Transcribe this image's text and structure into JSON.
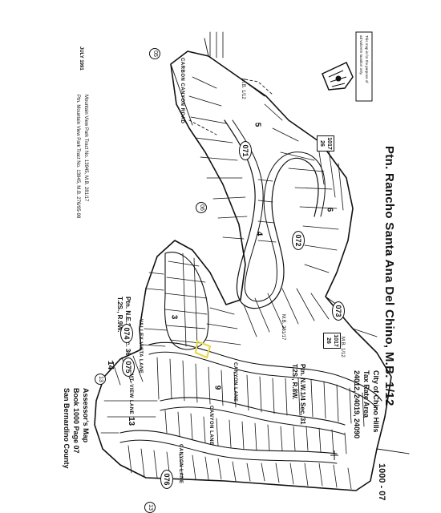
{
  "title": "Ptn. Rancho Santa Ana Del Chino, M.B. 1/12",
  "city_lines": [
    "City of Chino Hills",
    "Tax Rate Area",
    "24012, 24019, 24090"
  ],
  "section_east": [
    "Ptn. N.W.1/4 Sec. 31",
    "T.2S., R.8W."
  ],
  "section_west": [
    "Ptn. N.E.1/4 Sec. 36",
    "T.2S., R.9W."
  ],
  "assessor_lines": [
    "Assessor's Map",
    "Book 1000 Page 07",
    "San Bernardino County"
  ],
  "page_number": "1000 - 07",
  "date": "JULY 1991",
  "tract_lines": [
    "Mountain View Park Tract No. 13945, M.B. 281/17",
    "Ptn. Mountain View Park Tract No. 13945, M.B. 276/95-98"
  ],
  "road_label": "CARBON CANYON ROAD",
  "corner_note": [
    "This map is for the purpose of",
    "ad valorem taxation only."
  ],
  "mb_notes": [
    "M.B. 1/12",
    "M.B. 281/17",
    "M.B. 1/12"
  ],
  "book_refs": [
    {
      "top": "1017",
      "bottom": "26"
    },
    {
      "top": "1017",
      "bottom": "26"
    }
  ],
  "parcel_badges": [
    "071",
    "072",
    "073",
    "074",
    "075",
    "076"
  ],
  "circled_numbers": [
    "05",
    "06",
    "13",
    "13"
  ],
  "block_numbers": [
    "5",
    "4",
    "6",
    "3",
    "9",
    "13",
    "14"
  ],
  "street_labels": [
    "CANYON LANE",
    "CANYON LANE",
    "VALLEY VISTA LANE",
    "MT. VIEW LANE",
    "CANYON LANE"
  ],
  "colors": {
    "ink": "#111111",
    "paper": "#ffffff",
    "highlight": "#e6d84a"
  }
}
